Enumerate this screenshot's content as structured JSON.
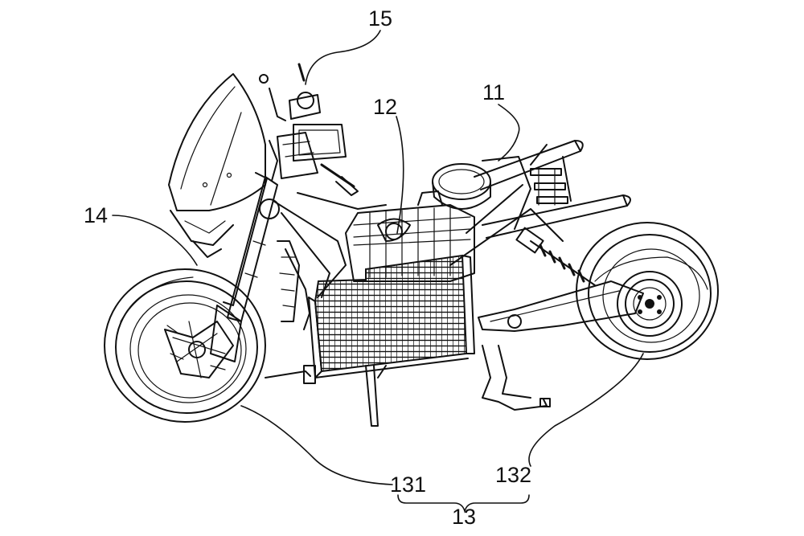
{
  "labels": {
    "l15": "15",
    "l12": "12",
    "l11": "11",
    "l14": "14",
    "l131": "131",
    "l132": "132",
    "l13": "13"
  }
}
